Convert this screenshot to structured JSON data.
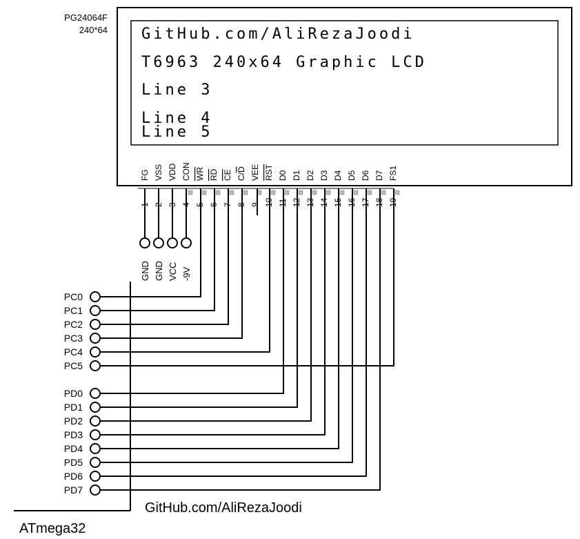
{
  "lcd": {
    "model": "PG24064F",
    "resolution": "240*64",
    "screen_lines": [
      "GitHub.com/AliRezaJoodi",
      "T6963 240x64 Graphic LCD",
      "Line 3",
      "Line 4",
      "Line 5"
    ],
    "pins": [
      {
        "num": "1",
        "name": "FG"
      },
      {
        "num": "2",
        "name": "VSS"
      },
      {
        "num": "3",
        "name": "VDD"
      },
      {
        "num": "4",
        "name": "CON"
      },
      {
        "num": "5",
        "name": "WR"
      },
      {
        "num": "6",
        "name": "RD"
      },
      {
        "num": "7",
        "name": "CE"
      },
      {
        "num": "8",
        "name": "C/D"
      },
      {
        "num": "9",
        "name": "VEE"
      },
      {
        "num": "10",
        "name": "RST"
      },
      {
        "num": "11",
        "name": "D0"
      },
      {
        "num": "12",
        "name": "D1"
      },
      {
        "num": "13",
        "name": "D2"
      },
      {
        "num": "14",
        "name": "D3"
      },
      {
        "num": "15",
        "name": "D4"
      },
      {
        "num": "16",
        "name": "D5"
      },
      {
        "num": "17",
        "name": "D6"
      },
      {
        "num": "18",
        "name": "D7"
      },
      {
        "num": "19",
        "name": "FS1"
      }
    ]
  },
  "power_labels": [
    "GND",
    "GND",
    "VCC",
    "-9V"
  ],
  "mcu": {
    "name": "ATmega32",
    "pins": [
      "PC0",
      "PC1",
      "PC2",
      "PC3",
      "PC4",
      "PC5",
      "PD0",
      "PD1",
      "PD2",
      "PD3",
      "PD4",
      "PD5",
      "PD6",
      "PD7"
    ]
  },
  "credit": "GitHub.com/AliRezaJoodi"
}
